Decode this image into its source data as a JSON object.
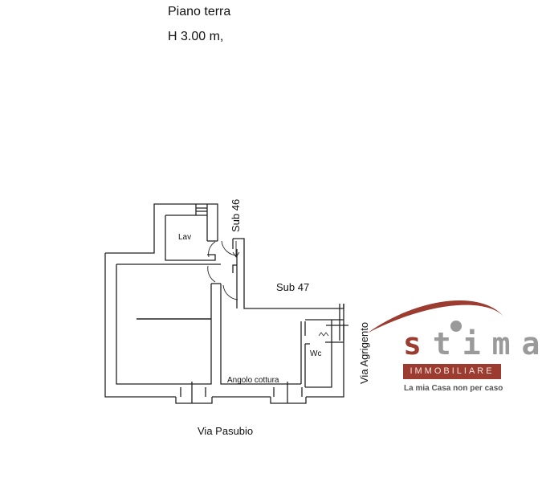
{
  "header": {
    "title": "Piano terra",
    "height": "H 3.00 m,"
  },
  "rooms": {
    "lav": "Lav",
    "wc": "Wc",
    "angolo_cottura": "Angolo cottura"
  },
  "neighbors": {
    "sub46": "Sub 46",
    "sub47": "Sub 47"
  },
  "streets": {
    "bottom": "Via Pasubio",
    "right": "Via Agrigento"
  },
  "logo": {
    "word_first": "s",
    "word_rest": "tima",
    "band": "IMMOBILIARE",
    "tagline": "La mia Casa non per caso",
    "colors": {
      "brand": "#9c3b2f",
      "grey": "#9a9a9a"
    }
  }
}
